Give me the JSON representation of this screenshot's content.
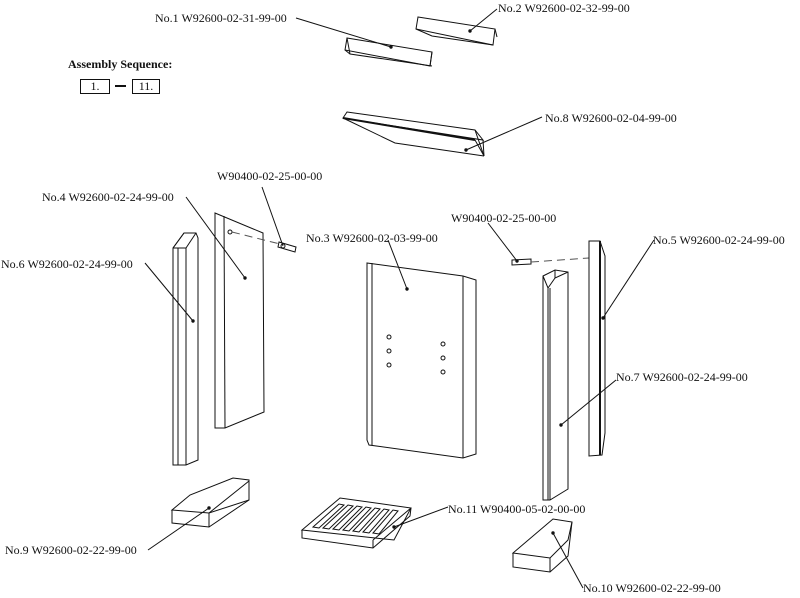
{
  "assembly_sequence": {
    "title": "Assembly Sequence:",
    "from": "1.",
    "to": "11."
  },
  "parts": [
    {
      "id": "part-1",
      "label": "No.1 W92600-02-31-99-00"
    },
    {
      "id": "part-2",
      "label": "No.2 W92600-02-32-99-00"
    },
    {
      "id": "part-8",
      "label": "No.8 W92600-02-04-99-00"
    },
    {
      "id": "part-4",
      "label": "No.4 W92600-02-24-99-00"
    },
    {
      "id": "part-6",
      "label": "No.6 W92600-02-24-99-00"
    },
    {
      "id": "part-3",
      "label": "No.3 W92600-02-03-99-00"
    },
    {
      "id": "pin-left",
      "label": "W90400-02-25-00-00"
    },
    {
      "id": "pin-right",
      "label": "W90400-02-25-00-00"
    },
    {
      "id": "part-5",
      "label": "No.5 W92600-02-24-99-00"
    },
    {
      "id": "part-7",
      "label": "No.7 W92600-02-24-99-00"
    },
    {
      "id": "part-9",
      "label": "No.9 W92600-02-22-99-00"
    },
    {
      "id": "part-11",
      "label": "No.11 W90400-05-02-00-00"
    },
    {
      "id": "part-10",
      "label": "No.10 W92600-02-22-99-00"
    }
  ]
}
